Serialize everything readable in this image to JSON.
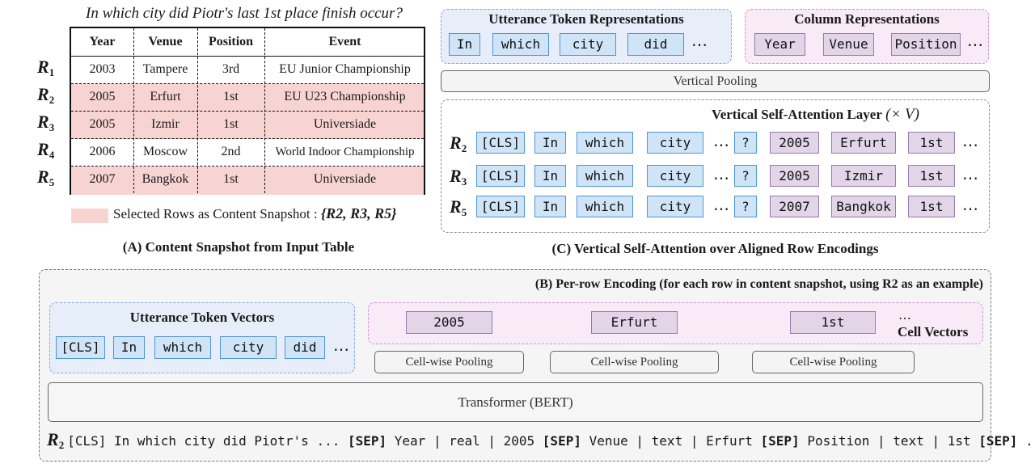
{
  "panel_a": {
    "question": "In which city did Piotr's last 1st place finish occur?",
    "table": {
      "columns": [
        "Year",
        "Venue",
        "Position",
        "Event"
      ],
      "rows": [
        {
          "label": "R",
          "sub": "1",
          "cells": [
            "2003",
            "Tampere",
            "3rd",
            "EU Junior Championship"
          ],
          "selected": false
        },
        {
          "label": "R",
          "sub": "2",
          "cells": [
            "2005",
            "Erfurt",
            "1st",
            "EU U23 Championship"
          ],
          "selected": true
        },
        {
          "label": "R",
          "sub": "3",
          "cells": [
            "2005",
            "Izmir",
            "1st",
            "Universiade"
          ],
          "selected": true
        },
        {
          "label": "R",
          "sub": "4",
          "cells": [
            "2006",
            "Moscow",
            "2nd",
            "World Indoor Championship"
          ],
          "selected": false
        },
        {
          "label": "R",
          "sub": "5",
          "cells": [
            "2007",
            "Bangkok",
            "1st",
            "Universiade"
          ],
          "selected": true
        }
      ]
    },
    "legend_text": "Selected Rows as Content Snapshot :",
    "legend_math": "{R2, R3, R5}",
    "caption": "(A) Content Snapshot from Input Table",
    "highlight_color": "#f7d4d2"
  },
  "panel_c": {
    "utterance_title": "Utterance Token Representations",
    "utterance_tokens": [
      "In",
      "which",
      "city",
      "did"
    ],
    "column_title": "Column Representations",
    "column_tokens": [
      "Year",
      "Venue",
      "Position"
    ],
    "vertical_pooling": "Vertical Pooling",
    "layer_title": "Vertical Self-Attention Layer",
    "layer_repeat": "(× V)",
    "rows": [
      {
        "label": "R",
        "sub": "2",
        "tokens": [
          "[CLS]",
          "In",
          "which",
          "city"
        ],
        "qmark": "?",
        "cells": [
          "2005",
          "Erfurt",
          "1st"
        ]
      },
      {
        "label": "R",
        "sub": "3",
        "tokens": [
          "[CLS]",
          "In",
          "which",
          "city"
        ],
        "qmark": "?",
        "cells": [
          "2005",
          "Izmir",
          "1st"
        ]
      },
      {
        "label": "R",
        "sub": "5",
        "tokens": [
          "[CLS]",
          "In",
          "which",
          "city"
        ],
        "qmark": "?",
        "cells": [
          "2007",
          "Bangkok",
          "1st"
        ]
      }
    ],
    "caption": "(C) Vertical Self-Attention over Aligned Row Encodings"
  },
  "panel_b": {
    "title": "(B) Per-row Encoding (for each row in content snapshot, using R2 as an example)",
    "utterance_title": "Utterance Token Vectors",
    "utterance_tokens": [
      "[CLS]",
      "In",
      "which",
      "city",
      "did"
    ],
    "cell_tokens": [
      "2005",
      "Erfurt",
      "1st"
    ],
    "cell_title": "Cell Vectors",
    "pooling_labels": [
      "Cell-wise Pooling",
      "Cell-wise Pooling",
      "Cell-wise Pooling"
    ],
    "transformer": "Transformer (BERT)",
    "sequence_label": "R",
    "sequence_label_sub": "2",
    "sequence": [
      {
        "t": "[CLS] In which city did Piotr's ... ",
        "b": false
      },
      {
        "t": "[SEP]",
        "b": true
      },
      {
        "t": " Year | real | 2005 ",
        "b": false
      },
      {
        "t": "[SEP]",
        "b": true
      },
      {
        "t": " Venue | text | Erfurt ",
        "b": false
      },
      {
        "t": "[SEP]",
        "b": true
      },
      {
        "t": " Position | text | 1st ",
        "b": false
      },
      {
        "t": "[SEP]",
        "b": true
      },
      {
        "t": " ...",
        "b": false
      }
    ]
  },
  "colors": {
    "blue_fill": "#cfe4f6",
    "blue_border": "#4f94d4",
    "purple_fill": "#e2d5e8",
    "purple_border": "#9a7aa8",
    "utter_region": "#e7eef9",
    "cell_region": "#f8eaf6"
  }
}
